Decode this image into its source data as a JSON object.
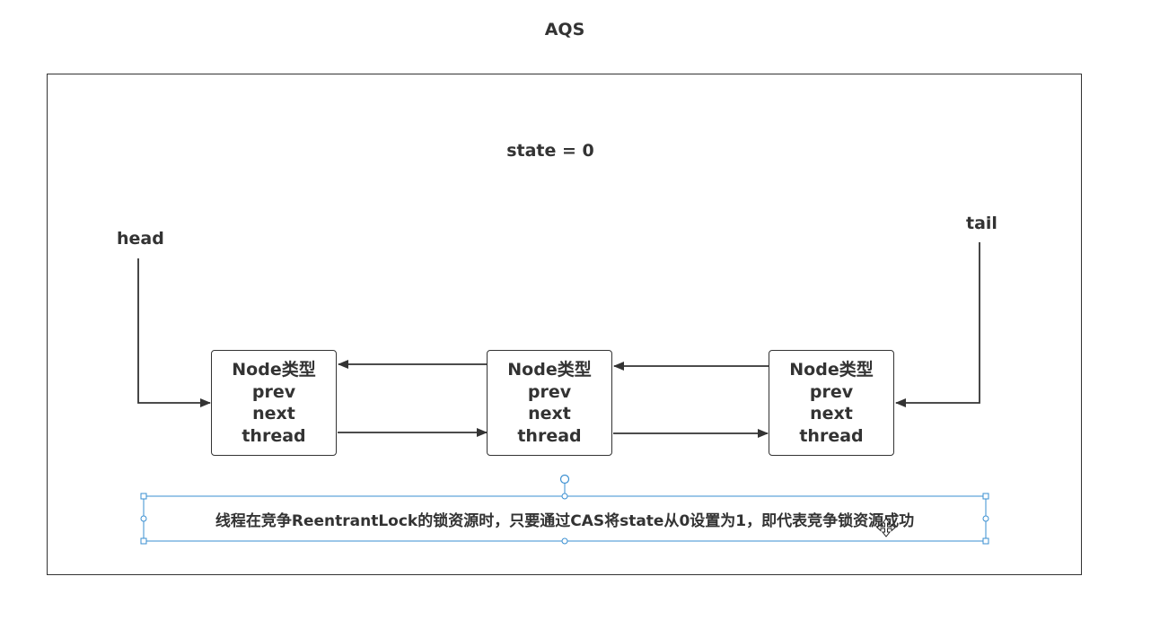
{
  "diagram": {
    "title": "AQS",
    "state_label": "state = 0",
    "head_label": "head",
    "tail_label": "tail",
    "nodes": [
      {
        "type": "Node类型",
        "prev": "prev",
        "next": "next",
        "thread": "thread"
      },
      {
        "type": "Node类型",
        "prev": "prev",
        "next": "next",
        "thread": "thread"
      },
      {
        "type": "Node类型",
        "prev": "prev",
        "next": "next",
        "thread": "thread"
      }
    ],
    "caption": "线程在竞争ReentrantLock的锁资源时，只要通过CAS将state从0设置为1，即代表竞争锁资源成功"
  },
  "colors": {
    "stroke": "#333333",
    "selection": "#3a8fd1"
  }
}
